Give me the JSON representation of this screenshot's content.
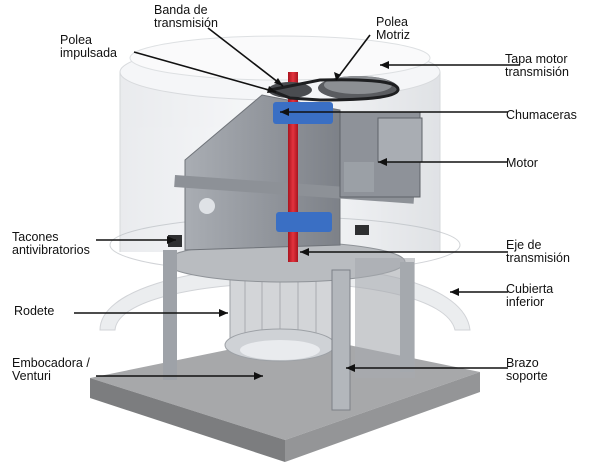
{
  "labels": {
    "banda": "Banda de\ntransmisión",
    "polea_motriz": "Polea\nMotriz",
    "polea_impulsada": "Polea\nimpulsada",
    "tapa_motor": "Tapa motor\ntransmisión",
    "chumaceras": "Chumaceras",
    "motor": "Motor",
    "tacones": "Tacones\nantivibratorios",
    "eje": "Eje de\ntransmisión",
    "cubierta": "Cubierta\ninferior",
    "rodete": "Rodete",
    "embocadora": "Embocadora /\nVenturi",
    "brazo": "Brazo\nsoporte"
  },
  "colors": {
    "shaft": "#d42a34",
    "bearing": "#3a6fc4",
    "housing": "#c9ccd1",
    "frame": "#8e9299",
    "base": "#9a9a9a"
  }
}
